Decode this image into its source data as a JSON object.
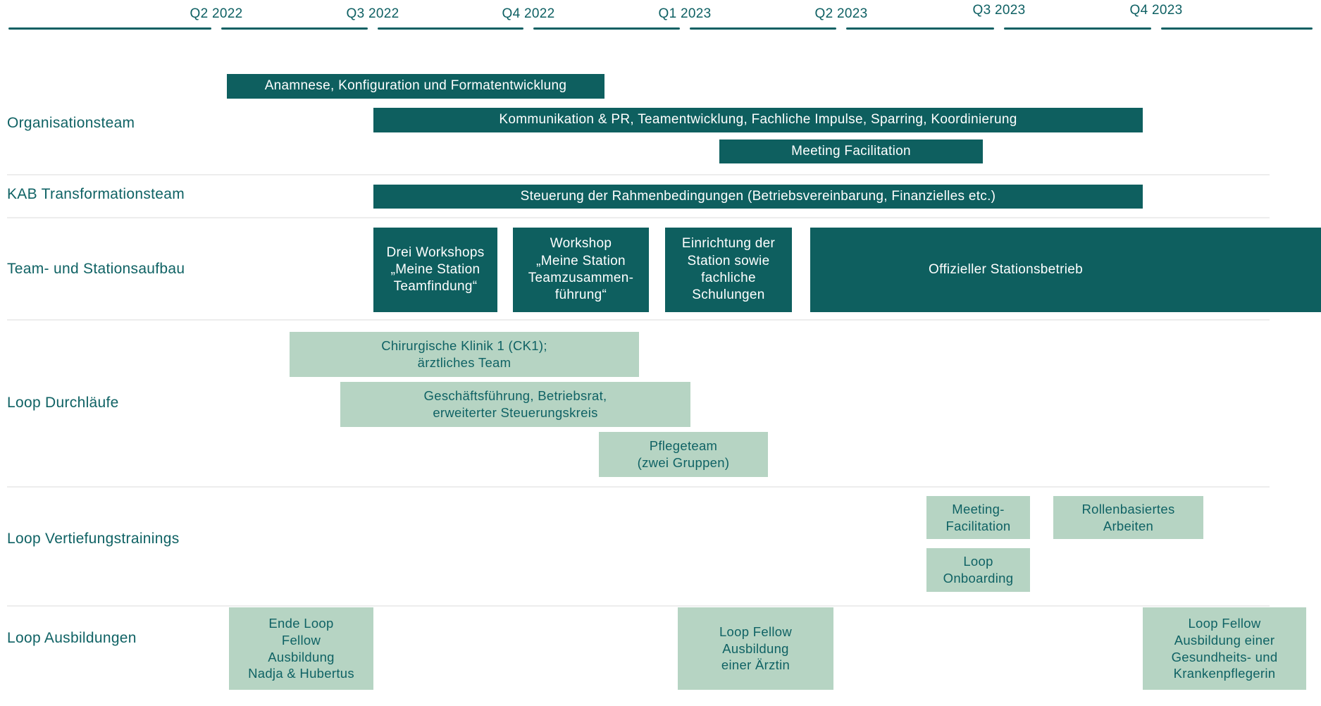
{
  "colors": {
    "bar_dark": "#0e5f5f",
    "bar_light": "#b6d4c3",
    "text_on_dark": "#ffffff",
    "text_teal": "#0f6264",
    "axis_line": "#0e6063",
    "divider": "#ededed",
    "background": "#ffffff"
  },
  "chart_data": {
    "type": "gantt",
    "title": "",
    "x_axis": {
      "unit": "quarter",
      "ticks": [
        "Q2 2022",
        "Q3 2022",
        "Q4 2022",
        "Q1 2023",
        "Q2 2023",
        "Q3 2023",
        "Q4 2023"
      ],
      "range": [
        "Q1 2022",
        "Q4 2023"
      ],
      "grid": false
    },
    "legend": "none",
    "rows": [
      {
        "label": "Organisationsteam",
        "tasks": [
          {
            "text": "Anamnese, Konfiguration und Formatentwicklung",
            "start": "Q2 2022",
            "end": "mid Q4 2022",
            "style": "dark"
          },
          {
            "text": "Kommunikation & PR, Teamentwicklung, Fachliche Impulse, Sparring, Koordinierung",
            "start": "Q3 2022",
            "end": "Q4 2023",
            "style": "dark"
          },
          {
            "text": "Meeting Facilitation",
            "start": "Q1 2023",
            "end": "Q2 2023",
            "style": "dark"
          }
        ]
      },
      {
        "label": "KAB Transformationsteam",
        "tasks": [
          {
            "text": "Steuerung der Rahmenbedingungen (Betriebsvereinbarung, Finanzielles etc.)",
            "start": "Q3 2022",
            "end": "Q4 2023",
            "style": "dark"
          }
        ]
      },
      {
        "label": "Team- und Stationsaufbau",
        "tasks": [
          {
            "text": "Drei Workshops\n„Meine Station\nTeamfindung“",
            "start": "Q3 2022",
            "end": "Q3 2022",
            "style": "dark"
          },
          {
            "text": "Workshop\n„Meine Station\nTeamzusammen-\nführung“",
            "start": "Q4 2022",
            "end": "Q4 2022",
            "style": "dark"
          },
          {
            "text": "Einrichtung der\nStation sowie\nfachliche\nSchulungen",
            "start": "Q4 2022",
            "end": "Q1 2023",
            "style": "dark"
          },
          {
            "text": "Offizieller Stationsbetrieb",
            "start": "Q2 2023",
            "end": "Q4 2023 (ongoing)",
            "style": "dark"
          }
        ]
      },
      {
        "label": "Loop Durchläufe",
        "tasks": [
          {
            "text": "Chirurgische Klinik 1 (CK1);\närztliches Team",
            "start": "mid Q2 2022",
            "end": "mid Q4 2022",
            "style": "light"
          },
          {
            "text": "Geschäftsführung, Betriebsrat,\nerweiterter Steuerungskreis",
            "start": "late Q2 2022",
            "end": "Q1 2023",
            "style": "light"
          },
          {
            "text": "Pflegeteam\n(zwei Gruppen)",
            "start": "mid Q4 2022",
            "end": "mid Q1 2023",
            "style": "light"
          }
        ]
      },
      {
        "label": "Loop Vertiefungstrainings",
        "tasks": [
          {
            "text": "Meeting-\nFacilitation",
            "start": "mid Q2 2023",
            "end": "Q3 2023",
            "style": "light"
          },
          {
            "text": "Rollenbasiertes\nArbeiten",
            "start": "Q3 2023",
            "end": "Q4 2023",
            "style": "light"
          },
          {
            "text": "Loop\nOnboarding",
            "start": "mid Q2 2023",
            "end": "Q3 2023",
            "style": "light"
          }
        ]
      },
      {
        "label": "Loop Ausbildungen",
        "tasks": [
          {
            "text": "Ende Loop\nFellow\nAusbildung\nNadja & Hubertus",
            "start": "Q2 2022",
            "end": "Q2 2022",
            "style": "light"
          },
          {
            "text": "Loop Fellow\nAusbildung\neiner Ärztin",
            "start": "late Q4 2022",
            "end": "Q1 2023",
            "style": "light"
          },
          {
            "text": "Loop Fellow\nAusbildung einer\nGesundheits- und\nKrankenpflegerin",
            "start": "Q4 2023",
            "end": "Q4 2023",
            "style": "light"
          }
        ]
      }
    ]
  }
}
